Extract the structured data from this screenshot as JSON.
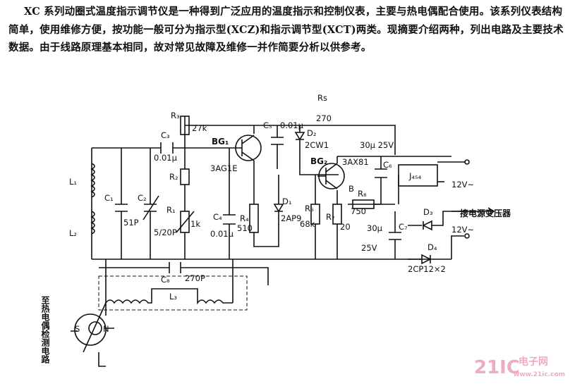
{
  "intro_text": "XC 系列动圈式温度指示调节仪是一种得到广泛应用的温度指示和控制仪表，主要与热电偶配合使用。该系列仪表结构简单，使用维修方便，按功能一般可分为指示型(XCZ)和指示调节型(XCT)两类。现摘要介绍两种，列出电路及主要技术数据。由于线路原理基本相同，故对常见故障及维修一并作简要分析以供参考。",
  "labels": {
    "R3": "R₃",
    "R3_val": "27k",
    "BG1": "BG₁",
    "BG1_type": "3AG1E",
    "C3": "C₃",
    "C3_val": "0.01μ",
    "C5": "C₅",
    "C5_val": "0.01μ",
    "D2": "D₂",
    "D2_type": "2CW1",
    "Rs": "Rs",
    "Rs_val": "270",
    "BG2": "BG₂",
    "BG2_type": "3AX81",
    "B": "B",
    "C6_val": "30μ 25V",
    "C6": "C₆",
    "J": "J₄₅₄",
    "out1": "12V~",
    "L1": "L₁",
    "L2": "L₂",
    "C1": "C₁",
    "C1_val": "51P",
    "C2": "C₂",
    "C2_val": "5/20P",
    "R2": "R₂",
    "R1": "R₁",
    "R1_val": "1k",
    "C4": "C₄",
    "C4_val": "0.01μ",
    "R4": "R₄",
    "R4_val": "510",
    "D1": "D₁",
    "D1_type": "2AP9",
    "R6": "R₆",
    "R6_val": "68k",
    "R7": "R₇",
    "R7_val": "20",
    "R8": "R₈",
    "R8_val": "750",
    "C7": "C₇",
    "C7_val": "30μ",
    "C7_volt": "25V",
    "D3": "D₃",
    "D4": "D₄",
    "transformer_note": "接电源变压器",
    "out2": "12V~",
    "diodes_type": "2CP12×2",
    "C8": "C₈",
    "C8_val": "270P",
    "L3": "L₃",
    "S": "S",
    "N": "N",
    "probe_note": "至热电偶检测电路"
  },
  "watermark": {
    "brand": "21IC",
    "site": "电子网",
    "url": "www.21ic.com"
  }
}
